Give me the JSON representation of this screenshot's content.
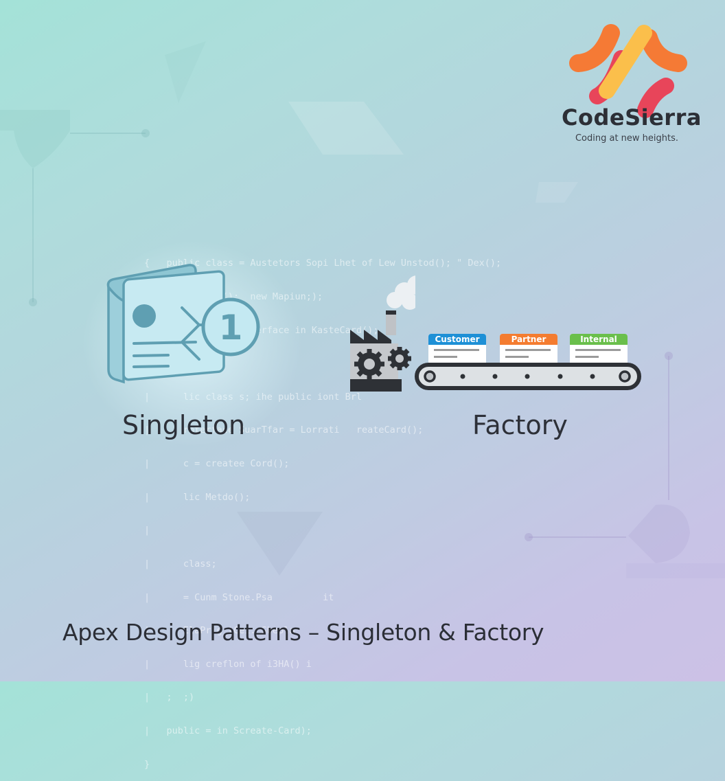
{
  "brand": {
    "name": "CodeSierra",
    "tagline": "Coding at new heights.",
    "colors": {
      "orange": "#f57a35",
      "red": "#e8455a",
      "yellow": "#fbbf4b",
      "text": "#2c2f36"
    }
  },
  "background_code": [
    "{   public class = Austetors Sopi Lhet of Lew Unstod(); \" Dex();",
    "|   {  new Map();  new Mapiun;);",
    "|   ;  Interface interface in KasteCard();",
    "|",
    "|      lic class s; ihe public iont Brl",
    "|      rnterface SuarTfar = Lorrati   reateCard();",
    "|      c = createe Cord();",
    "|      lic Metdo();",
    "|",
    "|      class;",
    "|      = Cunm Stone.Psa         it",
    "|      ElaPrig_tCei. Sbepla",
    "|      lig creflon of i3HA() i",
    "|   ;  ;)",
    "|   public = in Screate-Card);",
    "}"
  ],
  "singleton": {
    "label": "Singleton",
    "badge_number": "1",
    "icon": "singleton-card-icon",
    "color": "#5f9fb2"
  },
  "factory": {
    "label": "Factory",
    "icon": "factory-icon",
    "cards": [
      {
        "label": "Customer",
        "color": "#1e90d6"
      },
      {
        "label": "Partner",
        "color": "#f47c30"
      },
      {
        "label": "Internal",
        "color": "#6abf4b"
      }
    ]
  },
  "title": "Apex Design Patterns – Singleton & Factory"
}
